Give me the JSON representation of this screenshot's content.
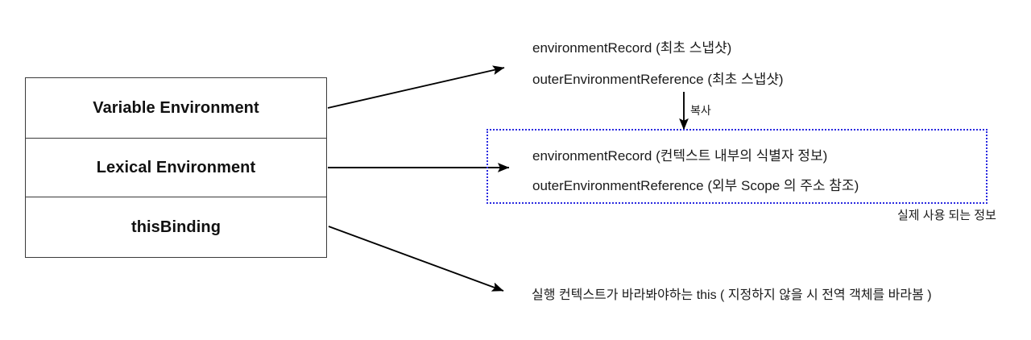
{
  "diagram": {
    "title": "Execution Context structure",
    "accent_dotted_color": "#2a2ae0",
    "line_color": "#000000",
    "box_border_color": "#3a3a3a",
    "background": "#ffffff"
  },
  "execution_context_box": {
    "cells": [
      {
        "label": "Variable Environment"
      },
      {
        "label": "Lexical Environment"
      },
      {
        "label": "thisBinding"
      }
    ]
  },
  "variable_environment_detail": {
    "lines": [
      "environmentRecord (최초 스냅샷)",
      "outerEnvironmentReference (최초 스냅샷)"
    ]
  },
  "copy_arrow": {
    "label": "복사"
  },
  "lexical_environment_detail": {
    "lines": [
      "environmentRecord (컨텍스트 내부의 식별자 정보)",
      "outerEnvironmentReference (외부 Scope 의 주소 참조)"
    ],
    "caption": "실제 사용 되는 정보"
  },
  "this_binding_detail": {
    "text": "실행 컨텍스트가 바라봐야하는 this ( 지정하지 않을 시 전역 객체를 바라봄 )"
  },
  "icons": {
    "arrow_up_right": "arrow-up-right-icon",
    "arrow_right": "arrow-right-icon",
    "arrow_down_right": "arrow-down-right-icon",
    "arrow_down": "arrow-down-icon"
  }
}
